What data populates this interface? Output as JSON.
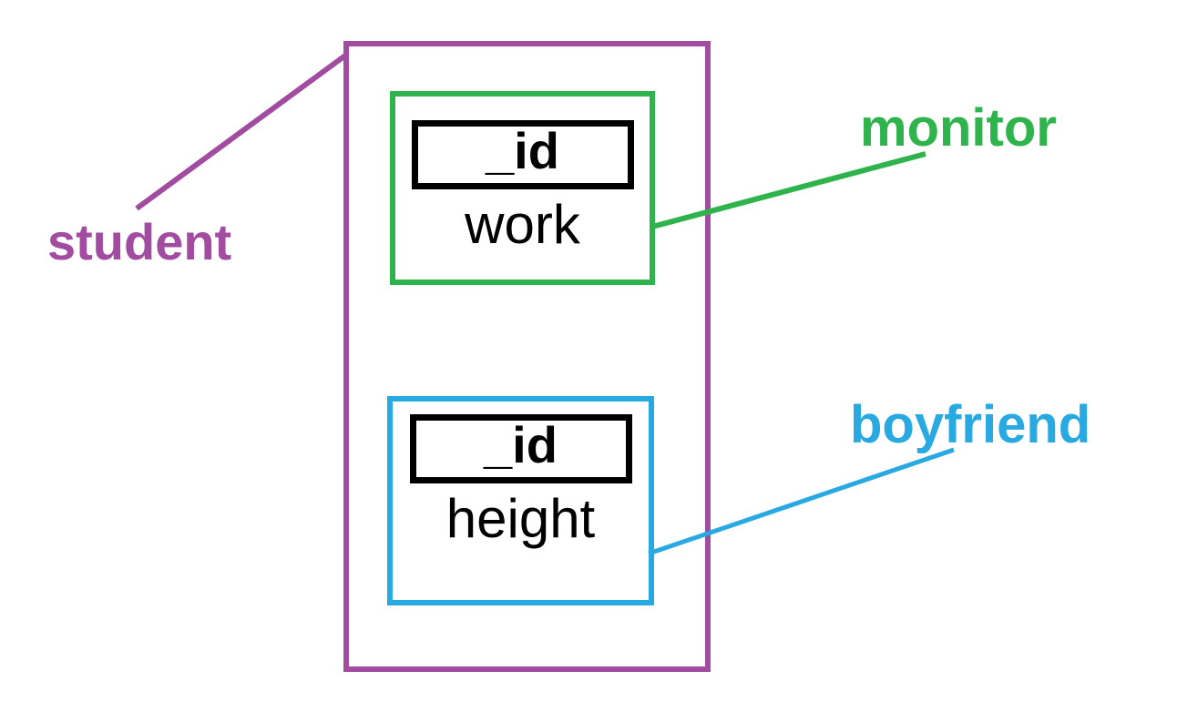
{
  "colors": {
    "student": "#A14CA0",
    "monitor": "#2FB34C",
    "boyfriend": "#29A9E1",
    "text": "#000000",
    "background": "#FFFFFF"
  },
  "diagram": {
    "collection": {
      "label": "student"
    },
    "documents": [
      {
        "label": "monitor",
        "id_field": "_id",
        "field": "work"
      },
      {
        "label": "boyfriend",
        "id_field": "_id",
        "field": "height"
      }
    ]
  }
}
